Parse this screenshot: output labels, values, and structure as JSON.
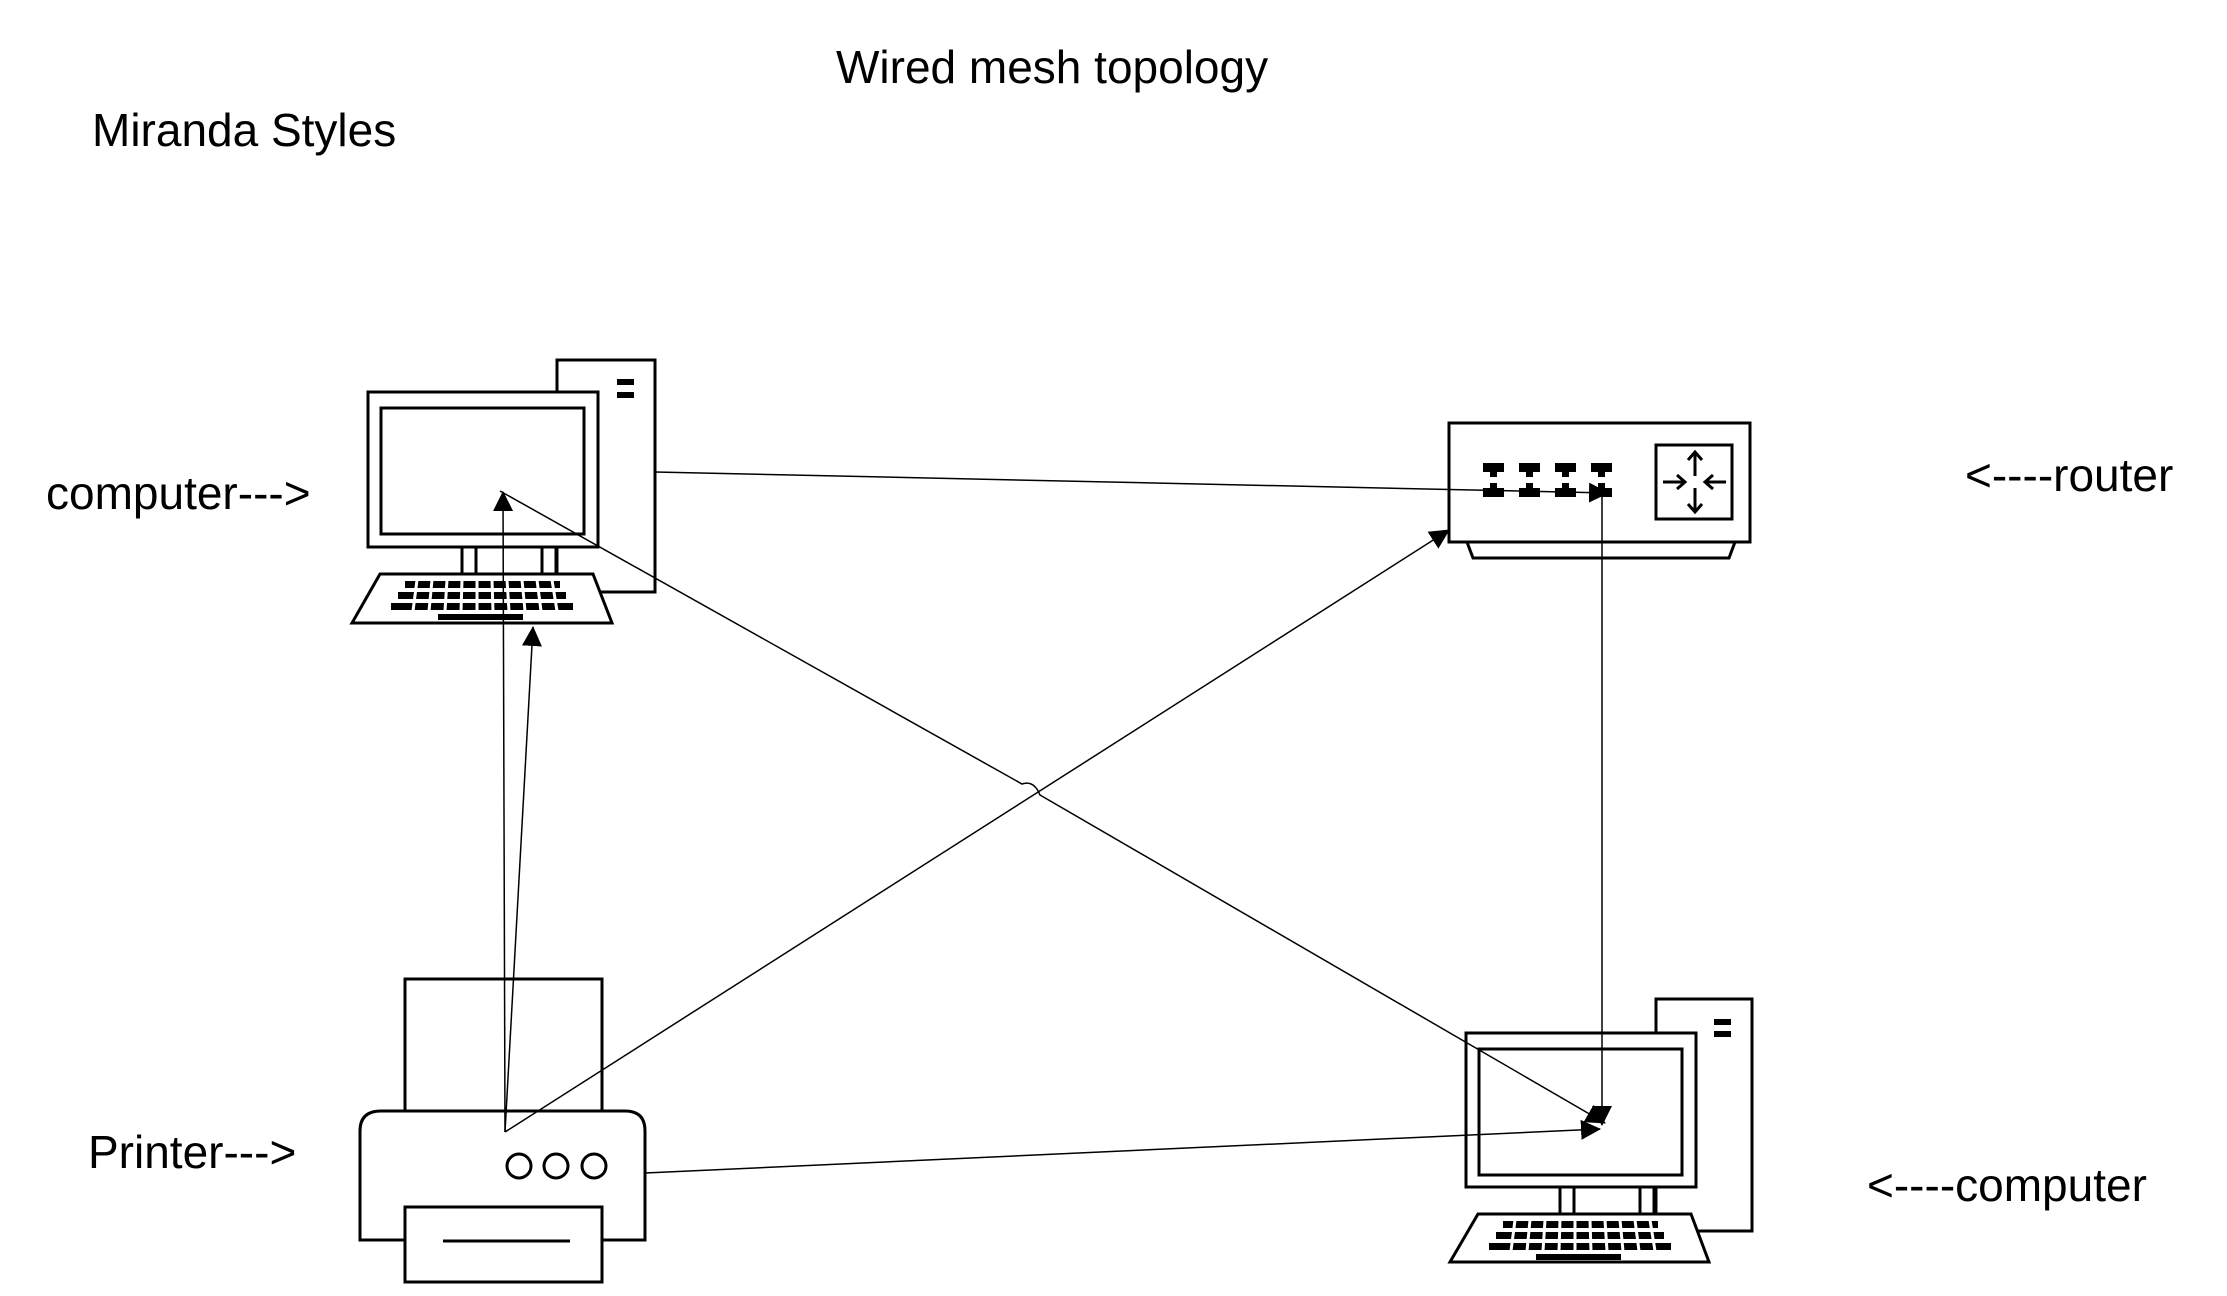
{
  "title": "Wired mesh topology",
  "author": "Miranda Styles",
  "labels": {
    "computer_top_left": "computer--->",
    "printer": "Printer--->",
    "router": "<----router",
    "computer_bottom_right": "<----computer"
  },
  "devices": [
    {
      "name": "computer-top-left",
      "kind": "desktop computer"
    },
    {
      "name": "router",
      "kind": "router"
    },
    {
      "name": "printer",
      "kind": "printer"
    },
    {
      "name": "computer-bottom-right",
      "kind": "desktop computer"
    }
  ],
  "connections": [
    {
      "from": "computer-top-left",
      "to": "router"
    },
    {
      "from": "computer-top-left",
      "to": "computer-bottom-right"
    },
    {
      "from": "printer",
      "to": "computer-top-left"
    },
    {
      "from": "printer",
      "to": "router"
    },
    {
      "from": "printer",
      "to": "computer-bottom-right"
    },
    {
      "from": "router",
      "to": "computer-bottom-right"
    }
  ],
  "colors": {
    "stroke": "#000000",
    "background": "#ffffff"
  }
}
